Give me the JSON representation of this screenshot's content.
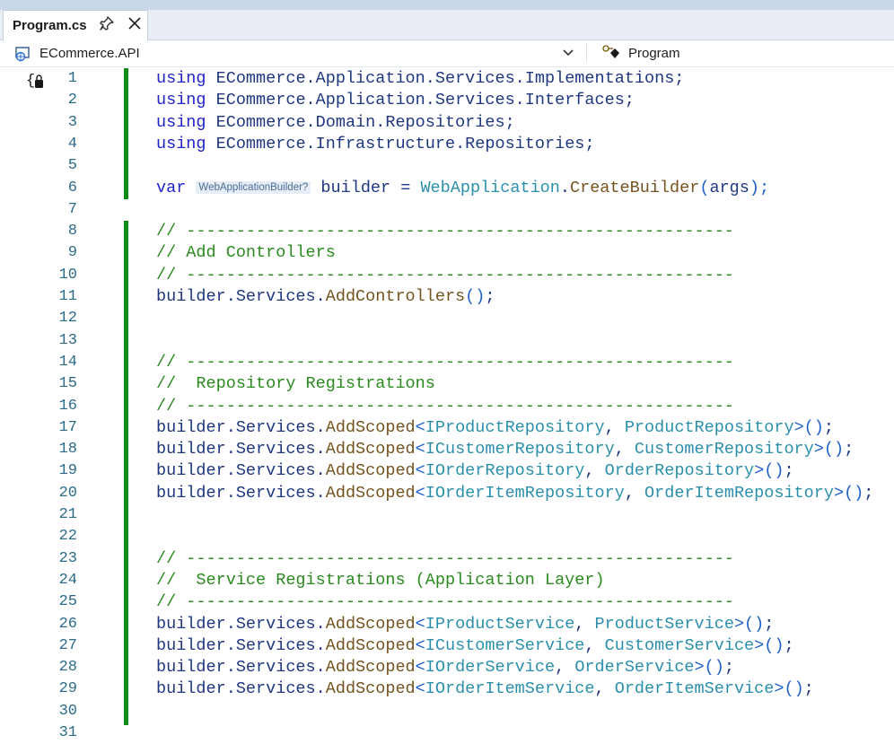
{
  "tab": {
    "title": "Program.cs"
  },
  "nav": {
    "project": "ECommerce.API",
    "member": "Program"
  },
  "inlay_hint": "WebApplicationBuilder?",
  "code": {
    "l1": {
      "kw": "using",
      "rest": "ECommerce.Application.Services.Implementations;"
    },
    "l2": {
      "kw": "using",
      "rest": "ECommerce.Application.Services.Interfaces;"
    },
    "l3": {
      "kw": "using",
      "rest": "ECommerce.Domain.Repositories;"
    },
    "l4": {
      "kw": "using",
      "rest": "ECommerce.Infrastructure.Repositories;"
    },
    "l6": {
      "kw": "var",
      "builder": "builder",
      "eq": " = ",
      "cls": "WebApplication",
      "dot": ".",
      "method": "CreateBuilder",
      "open": "(",
      "arg": "args",
      "close": ");"
    },
    "sep": "// -------------------------------------------------------",
    "c9": "// Add Controllers",
    "l11": {
      "obj": "builder.Services.",
      "method": "AddControllers",
      "parens": "()",
      "semi": ";"
    },
    "c15": "//  Repository Registrations",
    "c24": "//  Service Registrations (Application Layer)",
    "pre": "builder.Services.",
    "addscoped": "AddScoped",
    "lt": "<",
    "comma": ", ",
    "gtparen": ">()",
    "semi": ";",
    "repos": [
      {
        "i": "IProductRepository",
        "c": "ProductRepository"
      },
      {
        "i": "ICustomerRepository",
        "c": "CustomerRepository"
      },
      {
        "i": "IOrderRepository",
        "c": "OrderRepository"
      },
      {
        "i": "IOrderItemRepository",
        "c": "OrderItemRepository"
      }
    ],
    "services": [
      {
        "i": "IProductService",
        "c": "ProductService"
      },
      {
        "i": "ICustomerService",
        "c": "CustomerService"
      },
      {
        "i": "IOrderService",
        "c": "OrderService"
      },
      {
        "i": "IOrderItemService",
        "c": "OrderItemService"
      }
    ]
  },
  "line_numbers": [
    "1",
    "2",
    "3",
    "4",
    "5",
    "6",
    "7",
    "8",
    "9",
    "10",
    "11",
    "12",
    "13",
    "14",
    "15",
    "16",
    "17",
    "18",
    "19",
    "20",
    "21",
    "22",
    "23",
    "24",
    "25",
    "26",
    "27",
    "28",
    "29",
    "30",
    "31"
  ],
  "colors": {
    "keyword": "#1f24c8",
    "type": "#2b8fab",
    "method": "#74531f",
    "comment": "#2a8a1e",
    "change_bar": "#0e8a16"
  }
}
